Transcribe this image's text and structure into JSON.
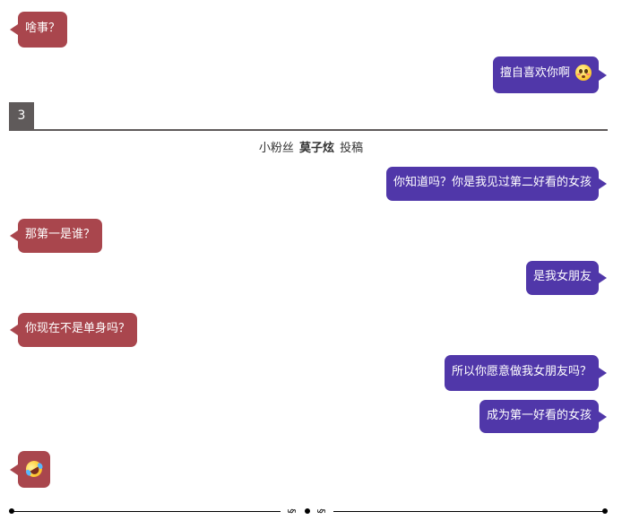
{
  "conversation": {
    "block1": {
      "msg1": {
        "side": "left",
        "text": "啥事？"
      },
      "msg2": {
        "side": "right",
        "text": "擅自喜欢你啊",
        "emoji": "blushing-face-icon"
      }
    },
    "section": {
      "number": "3",
      "contributor_prefix": "小粉丝",
      "contributor_name": "莫子炫",
      "contributor_suffix": "投稿"
    },
    "block2": {
      "messages": [
        {
          "side": "right",
          "text": "你知道吗？你是我见过第二好看的女孩"
        },
        {
          "side": "left",
          "text": "那第一是谁？"
        },
        {
          "side": "right",
          "text": "是我女朋友"
        },
        {
          "side": "left",
          "text": "你现在不是单身吗？"
        },
        {
          "side": "right",
          "text": "所以你愿意做我女朋友吗？"
        },
        {
          "side": "right",
          "text": "成为第一好看的女孩"
        },
        {
          "side": "left",
          "text": "",
          "emoji": "rolling-laughing-face-icon"
        }
      ]
    }
  },
  "footer": {
    "ornament_left": "§",
    "ornament_right": "§"
  },
  "colors": {
    "left_bubble": "#a9464d",
    "right_bubble": "#5037a9",
    "section_bar": "#5f5a5a"
  }
}
